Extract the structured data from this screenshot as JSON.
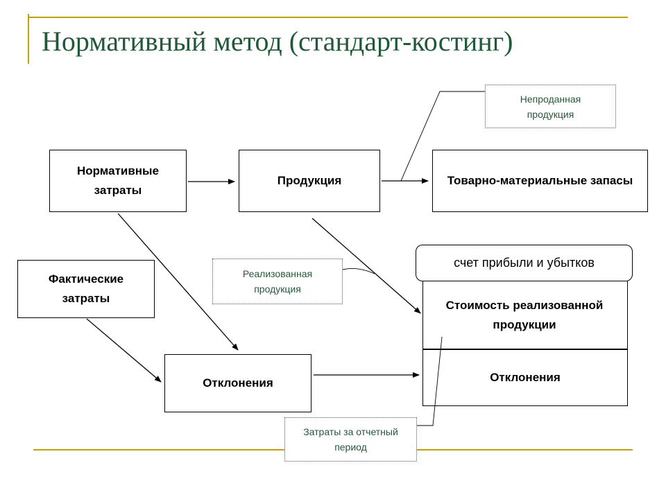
{
  "title": "Нормативный метод (стандарт-костинг)",
  "boxes": {
    "standard_costs": "Нормативные затраты",
    "products": "Продукция",
    "inventory": "Товарно-материальные запасы",
    "actual_costs": "Фактические затраты",
    "variances": "Отклонения"
  },
  "callouts": {
    "unsold": "Непроданная продукция",
    "sold": "Реализованная продукция",
    "period_costs": "Затраты за отчетный период"
  },
  "income_statement": {
    "label": "счет прибыли и убытков",
    "cost_of_sales": "Стоимость реализованной продукции",
    "variances": "Отклонения"
  },
  "colors": {
    "accent": "#c8a000",
    "title": "#1f5a38",
    "callout_text": "#1f5a38"
  }
}
